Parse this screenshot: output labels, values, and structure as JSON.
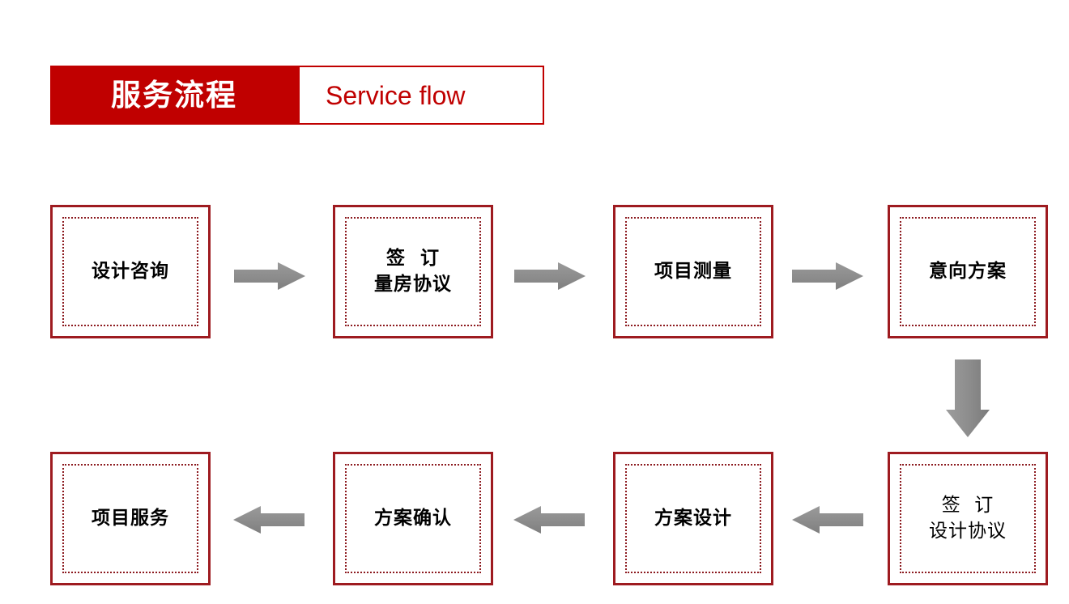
{
  "header": {
    "title_cn": "服务流程",
    "title_en": "Service flow",
    "bg_color": "#C00000",
    "text_color": "#FFFFFF",
    "en_text_color": "#C00000"
  },
  "theme": {
    "box_border_color": "#9E1B20",
    "box_inner_dotted_color": "#8C1A1F",
    "arrow_color": "#8C8C8C",
    "background": "#FFFFFF",
    "label_color": "#000000"
  },
  "flow": {
    "rows": [
      {
        "direction": "right",
        "steps": [
          {
            "id": "step-1",
            "label": "设计咨询",
            "weight": "bold"
          },
          {
            "id": "step-2",
            "label": "签  订\n量房协议",
            "weight": "bold"
          },
          {
            "id": "step-3",
            "label": "项目测量",
            "weight": "bold"
          },
          {
            "id": "step-4",
            "label": "意向方案",
            "weight": "bold"
          }
        ]
      },
      {
        "direction": "left",
        "steps": [
          {
            "id": "step-8",
            "label": "项目服务",
            "weight": "bold"
          },
          {
            "id": "step-7",
            "label": "方案确认",
            "weight": "bold"
          },
          {
            "id": "step-6",
            "label": "方案设计",
            "weight": "bold"
          },
          {
            "id": "step-5",
            "label": "签  订\n设计协议",
            "weight": "light"
          }
        ]
      }
    ],
    "connectors": [
      {
        "id": "connector-1-2",
        "type": "arrow-right"
      },
      {
        "id": "connector-2-3",
        "type": "arrow-right"
      },
      {
        "id": "connector-3-4",
        "type": "arrow-right"
      },
      {
        "id": "connector-4-5",
        "type": "arrow-down"
      },
      {
        "id": "connector-5-6",
        "type": "arrow-left"
      },
      {
        "id": "connector-6-7",
        "type": "arrow-left"
      },
      {
        "id": "connector-7-8",
        "type": "arrow-left"
      }
    ]
  }
}
